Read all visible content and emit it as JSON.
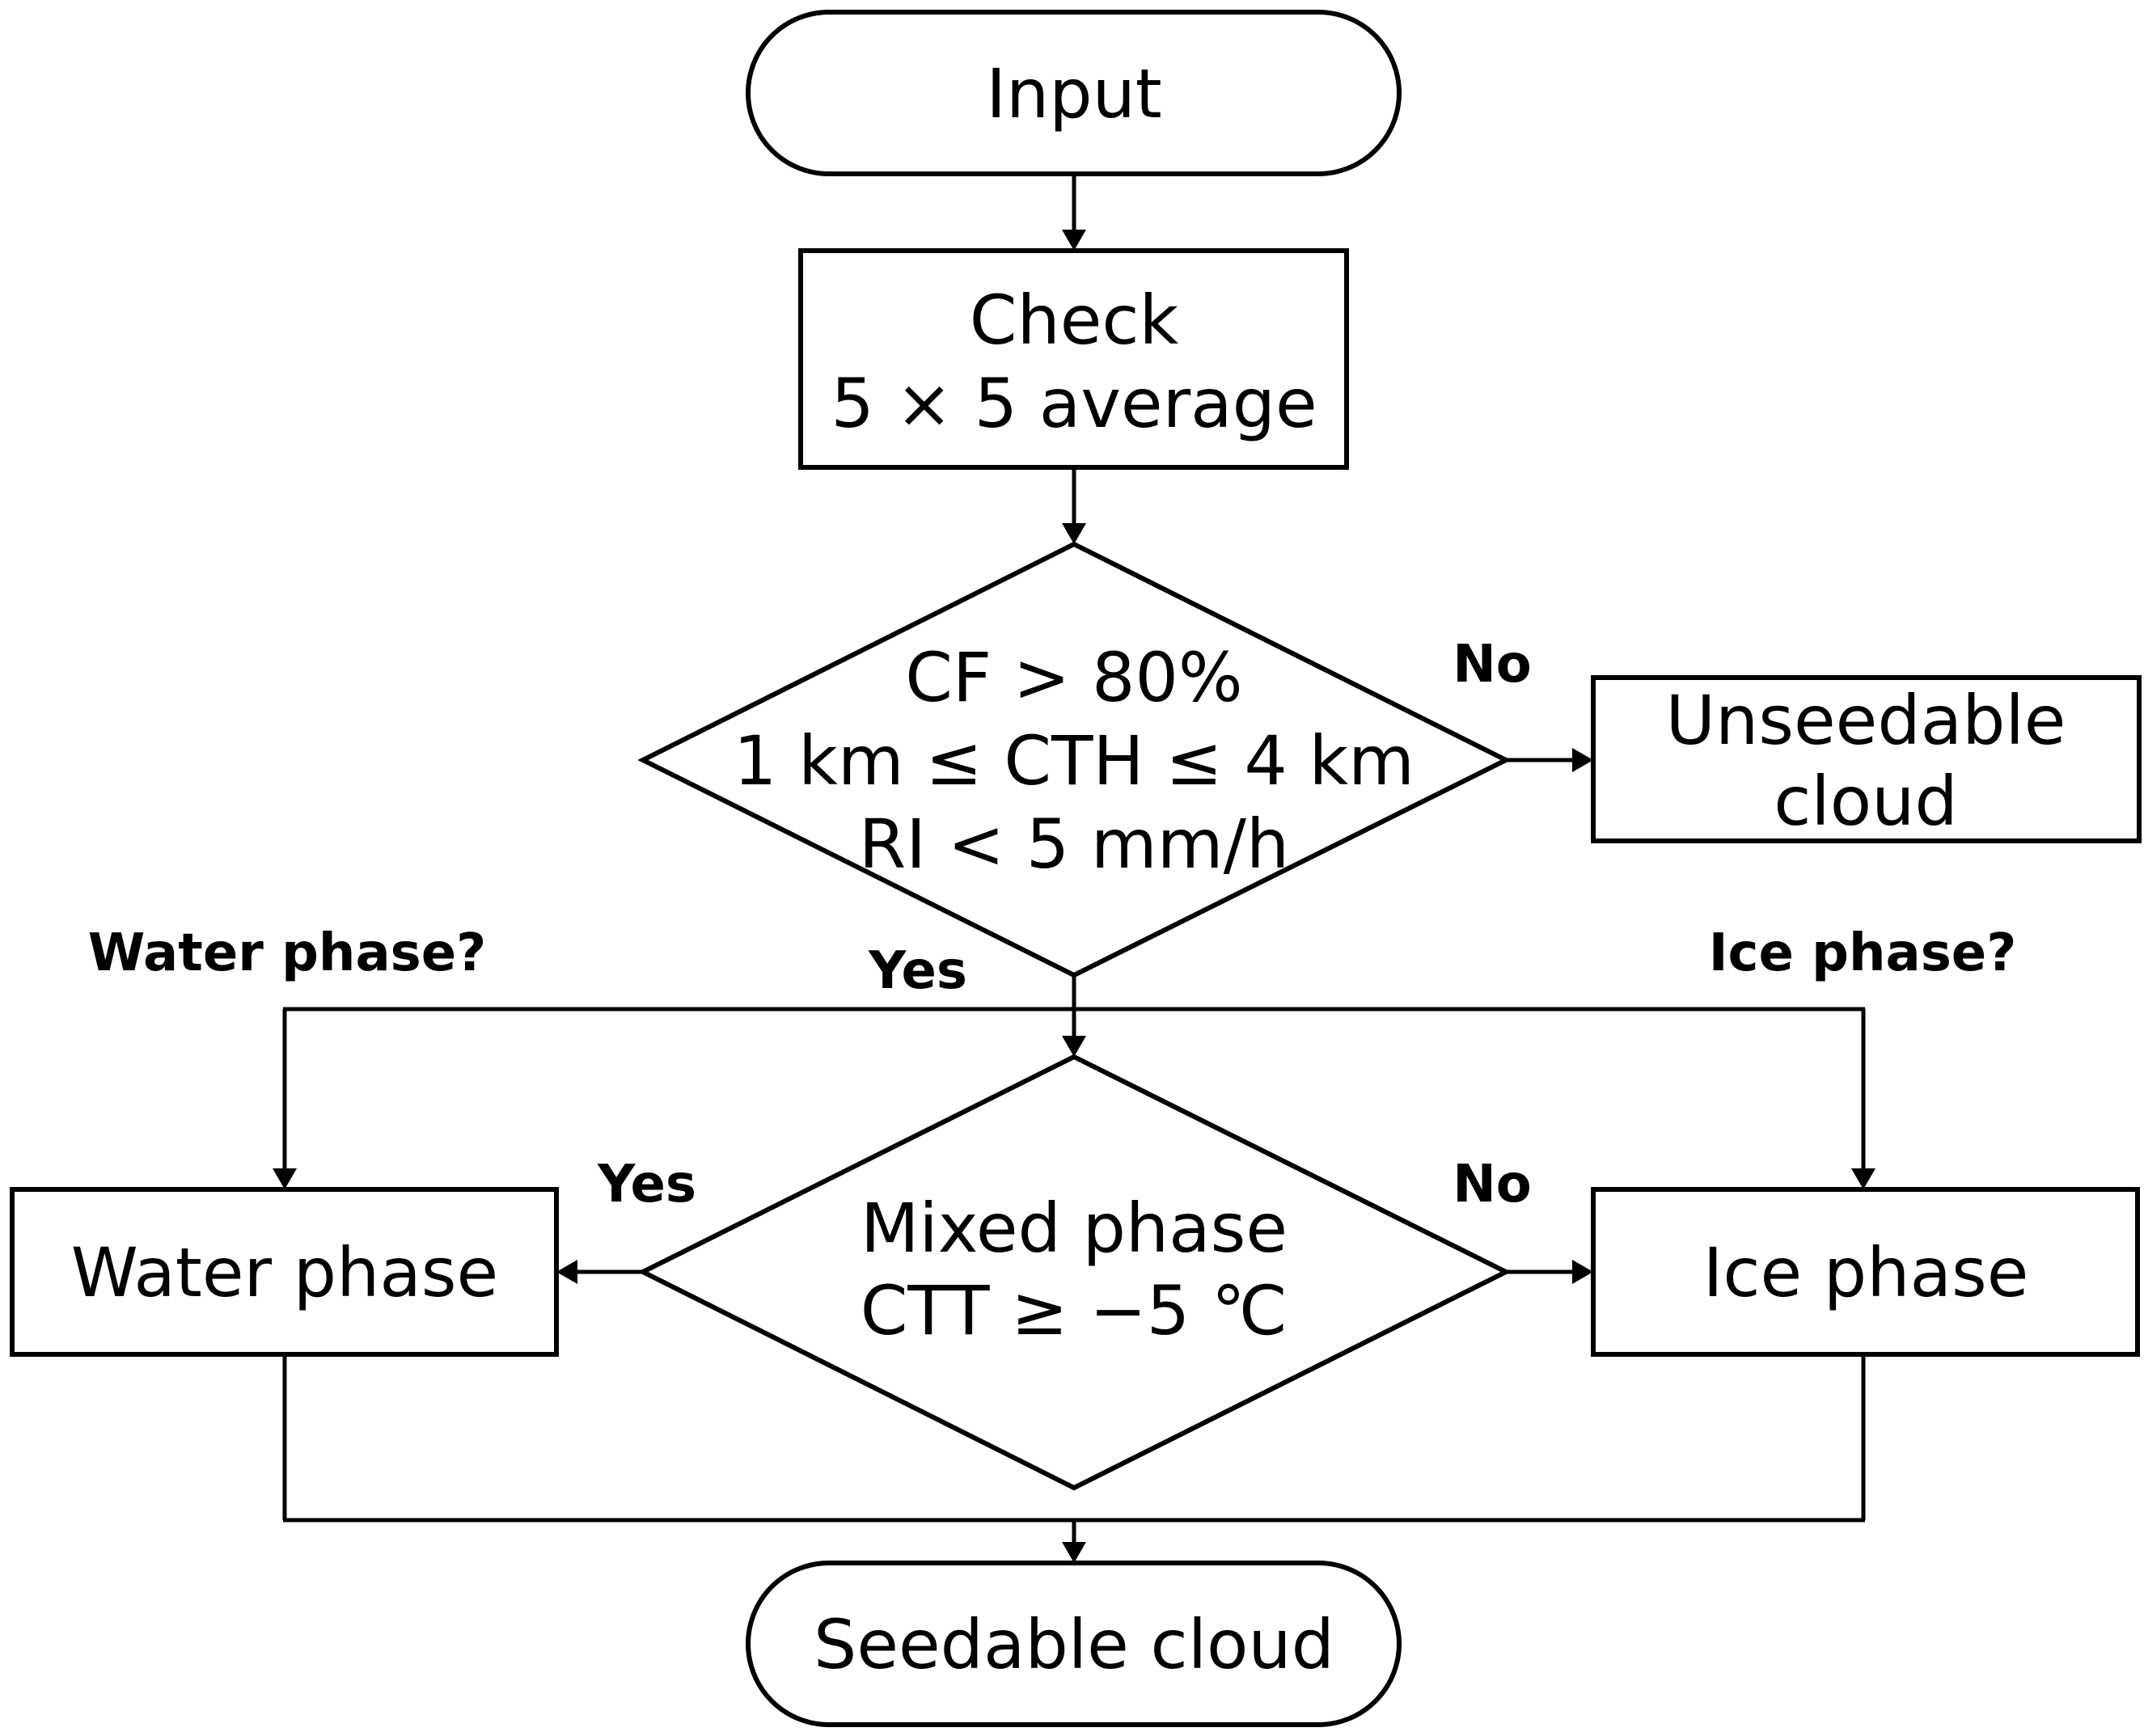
{
  "nodes": {
    "input": {
      "text": "Input"
    },
    "check": {
      "lines": [
        "Check",
        "5 × 5 average"
      ]
    },
    "criteria": {
      "lines": [
        "CF > 80%",
        "1 km ≤ CTH ≤ 4 km",
        "RI < 5 mm/h"
      ]
    },
    "unseedable": {
      "lines": [
        "Unseedable",
        "cloud"
      ]
    },
    "mixed": {
      "lines": [
        "Mixed phase",
        "CTT ≥ −5 ℃"
      ]
    },
    "water": {
      "text": "Water phase"
    },
    "ice": {
      "text": "Ice phase"
    },
    "seedable": {
      "text": "Seedable cloud"
    }
  },
  "labels": {
    "criteria_no": "No",
    "criteria_yes": "Yes",
    "water_phase_q": "Water phase?",
    "ice_phase_q": "Ice phase?",
    "mixed_yes": "Yes",
    "mixed_no": "No"
  }
}
